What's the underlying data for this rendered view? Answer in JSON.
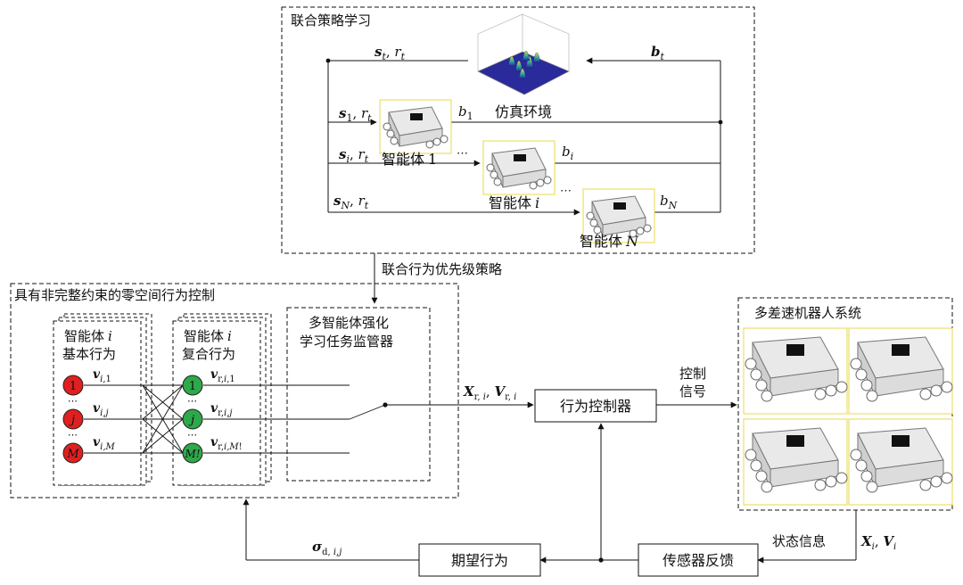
{
  "joint_learning": {
    "title": "联合策略学习",
    "env_label": "仿真环境",
    "state_reward": "s",
    "agents": [
      "智能体 1",
      "智能体 i",
      "智能体 N"
    ],
    "agent_prefix": "智能体",
    "agent_idx": [
      "1",
      "i",
      "N"
    ],
    "b_labels": [
      "b",
      "b",
      "b",
      "b"
    ],
    "b_subs": [
      "t",
      "1",
      "i",
      "N"
    ],
    "s_subs": [
      "t",
      "1",
      "i",
      "N"
    ],
    "r_label": "r",
    "r_sub": "t"
  },
  "policy_label": "联合行为优先级策略",
  "nullspace": {
    "title": "具有非完整约束的零空间行为控制",
    "basic_title_1": "智能体 i",
    "basic_title_2": "基本行为",
    "composite_title_1": "智能体 i",
    "composite_title_2": "复合行为",
    "supervisor_1": "多智能体强化",
    "supervisor_2": "学习任务监管器",
    "basic_nodes": [
      "1",
      "j",
      "M"
    ],
    "composite_nodes": [
      "1",
      "j",
      "M!"
    ],
    "basic_v_subs": [
      "i,1",
      "i,j",
      "i,M"
    ],
    "composite_v_subs": [
      "r,i,1",
      "r,i,j",
      "r,i,M!"
    ],
    "dots": "⋯"
  },
  "controller": {
    "label": "行为控制器",
    "input_label": "X",
    "input_sub": "r, i",
    "input_label2": "V",
    "input_sub2": "r, i",
    "signal_1": "控制",
    "signal_2": "信号"
  },
  "robots": {
    "title": "多差速机器人系统"
  },
  "feedback": {
    "sensor": "传感器反馈",
    "desired": "期望行为",
    "state_info": "状态信息",
    "xi": "X",
    "vi": "V",
    "xi_sub": "i",
    "sigma": "σ",
    "sigma_sub": "d, i, j"
  },
  "colors": {
    "basic_node": "#e02020",
    "composite_node": "#2ea84a",
    "robot_frame": "#e8d84a",
    "robot_body": "#e9e9e9",
    "env_peak": "#f0d030",
    "env_base": "#2a2a9a"
  }
}
